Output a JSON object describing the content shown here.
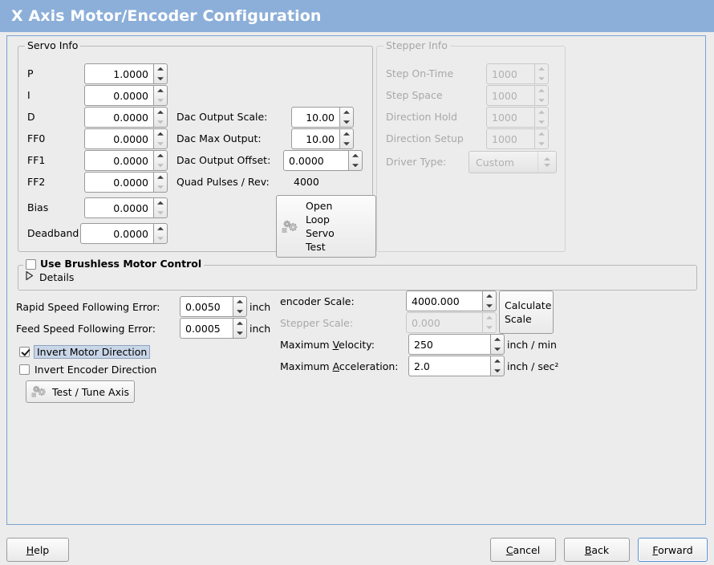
{
  "window": {
    "title": "X Axis Motor/Encoder Configuration",
    "title_bg": "#8cafd9",
    "title_fg": "#ffffff",
    "panel_border": "#7ba2d0",
    "background": "#ececec"
  },
  "servo_info": {
    "legend": "Servo Info",
    "fields": [
      {
        "label": "P",
        "value": "1.0000"
      },
      {
        "label": "I",
        "value": "0.0000"
      },
      {
        "label": "D",
        "value": "0.0000"
      },
      {
        "label": "FF0",
        "value": "0.0000"
      },
      {
        "label": "FF1",
        "value": "0.0000"
      },
      {
        "label": "FF2",
        "value": "0.0000"
      },
      {
        "label": "Bias",
        "value": "0.0000"
      },
      {
        "label": "Deadband",
        "value": "0.0000"
      }
    ],
    "dac": [
      {
        "label": "Dac Output Scale:",
        "value": "10.00"
      },
      {
        "label": "Dac Max Output:",
        "value": "10.00"
      },
      {
        "label": "Dac Output Offset:",
        "value": "0.0000"
      }
    ],
    "quad_pulses": {
      "label": "Quad Pulses / Rev:",
      "value": "4000"
    },
    "open_loop_button": {
      "line1": "Open",
      "line2": "Loop",
      "line3": "Servo",
      "line4": "Test",
      "icon": "gears-icon"
    }
  },
  "stepper_info": {
    "legend": "Stepper Info",
    "enabled": false,
    "fields": [
      {
        "label": "Step On-Time",
        "value": "1000"
      },
      {
        "label": "Step Space",
        "value": "1000"
      },
      {
        "label": "Direction Hold",
        "value": "1000"
      },
      {
        "label": "Direction Setup",
        "value": "1000"
      }
    ],
    "driver_type": {
      "label": "Driver Type:",
      "value": "Custom"
    }
  },
  "brushless": {
    "legend": "Use Brushless Motor Control",
    "checked": false,
    "details_label": "Details",
    "details_expanded": false
  },
  "errors": {
    "rapid": {
      "label": "Rapid Speed Following Error:",
      "value": "0.0050",
      "unit": "inch"
    },
    "feed": {
      "label": "Feed Speed Following Error:",
      "value": "0.0005",
      "unit": "inch"
    }
  },
  "direction": {
    "invert_motor": {
      "label": "Invert Motor Direction",
      "checked": true,
      "focused": true
    },
    "invert_encoder": {
      "label": "Invert Encoder Direction",
      "checked": false,
      "focused": false
    }
  },
  "test_tune_button": {
    "label": "Test / Tune Axis",
    "icon": "gears-icon"
  },
  "scales": {
    "encoder": {
      "label": "encoder Scale:",
      "value": "4000.000",
      "enabled": true,
      "unit": ""
    },
    "stepper": {
      "label": "Stepper Scale:",
      "value": "0.000",
      "enabled": false,
      "unit": ""
    },
    "max_velocity": {
      "label_pre": "Maximum ",
      "label_mn": "V",
      "label_post": "elocity:",
      "value": "250",
      "unit": "inch / min"
    },
    "max_accel": {
      "label_pre": "Maximum ",
      "label_mn": "A",
      "label_post": "cceleration:",
      "value": "2.0",
      "unit": "inch / sec²"
    },
    "calculate_button": {
      "line1": "Calculate",
      "line2": "Scale"
    }
  },
  "footer": {
    "help": {
      "mn": "H",
      "rest": "elp"
    },
    "cancel": {
      "mn": "C",
      "rest": "ancel"
    },
    "back": {
      "mn": "B",
      "rest": "ack"
    },
    "forward": {
      "mn": "F",
      "rest": "orward",
      "focused": true
    }
  }
}
